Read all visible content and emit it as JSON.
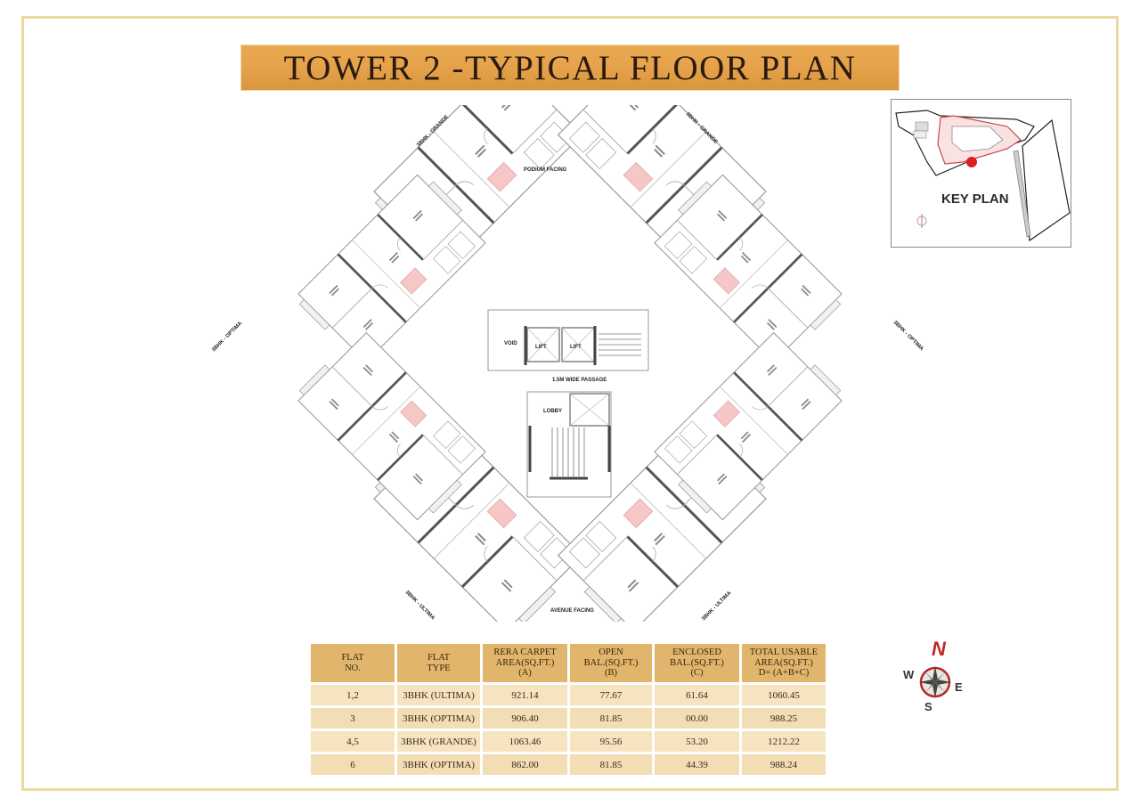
{
  "title": "TOWER 2 -TYPICAL FLOOR PLAN",
  "floor_plan": {
    "unit_labels": [
      {
        "id": "nw",
        "text": "3BHK - GRANDE"
      },
      {
        "id": "ne",
        "text": "3BHK - GRANDE"
      },
      {
        "id": "w",
        "text": "3BHK - OPTIMA"
      },
      {
        "id": "e",
        "text": "3BHK - OPTIMA"
      },
      {
        "id": "sw",
        "text": "3BHK - ULTIMA"
      },
      {
        "id": "se",
        "text": "3BHK - ULTIMA"
      }
    ],
    "orientation_labels": {
      "top": "PODIUM FACING",
      "bottom": "AVENUE FACING"
    },
    "core_labels": {
      "lift_1": "LIFT",
      "lift_2": "LIFT",
      "void_1": "VOID",
      "lobby": "LOBBY",
      "passage": "1.5M WIDE PASSAGE"
    }
  },
  "key_plan": {
    "label": "KEY PLAN",
    "highlight_color": "#d9201f"
  },
  "compass": {
    "n": "N",
    "s": "S",
    "e": "E",
    "w": "W"
  },
  "area_table": {
    "headers": [
      [
        "FLAT",
        "NO."
      ],
      [
        "FLAT",
        "TYPE"
      ],
      [
        "RERA CARPET",
        "AREA(SQ.FT.)",
        "(A)"
      ],
      [
        "OPEN",
        "BAL.(SQ.FT.)",
        "(B)"
      ],
      [
        "ENCLOSED",
        "BAL.(SQ.FT.)",
        "(C)"
      ],
      [
        "TOTAL USABLE",
        "AREA(SQ.FT.)",
        "D= (A+B+C)"
      ]
    ],
    "rows": [
      [
        "1,2",
        "3BHK (ULTIMA)",
        "921.14",
        "77.67",
        "61.64",
        "1060.45"
      ],
      [
        "3",
        "3BHK (OPTIMA)",
        "906.40",
        "81.85",
        "00.00",
        "988.25"
      ],
      [
        "4,5",
        "3BHK (GRANDE)",
        "1063.46",
        "95.56",
        "53.20",
        "1212.22"
      ],
      [
        "6",
        "3BHK (OPTIMA)",
        "862.00",
        "81.85",
        "44.39",
        "988.24"
      ]
    ]
  },
  "colors": {
    "title_bar": "#e5a24a",
    "frame": "#ecd9a0",
    "table_header": "#e1b66c",
    "table_cell": "#f6e3c0",
    "compass_red": "#c0282a"
  }
}
